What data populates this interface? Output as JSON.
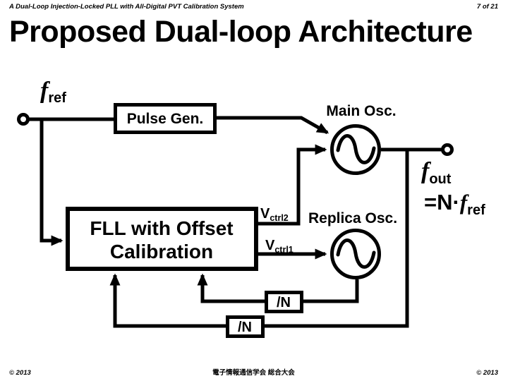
{
  "header": {
    "title": "A Dual-Loop Injection-Locked PLL with All-Digital PVT Calibration System",
    "page": "7 of 21"
  },
  "slide": {
    "title": "Proposed Dual-loop Architecture"
  },
  "diagram": {
    "f_ref": {
      "f": "f",
      "sub": "ref"
    },
    "pulse_gen_label": "Pulse Gen.",
    "main_osc_label": "Main Osc.",
    "replica_osc_label": "Replica Osc.",
    "fll_line1": "FLL with Offset",
    "fll_line2": "Calibration",
    "v_ctrl2": {
      "v": "V",
      "sub": "ctrl2"
    },
    "v_ctrl1": {
      "v": "V",
      "sub": "ctrl1"
    },
    "div_n_upper": "/N",
    "div_n_lower": "/N",
    "f_out": {
      "f": "f",
      "sub": "out"
    },
    "f_out_eq": {
      "prefix": "=N",
      "dot": "·",
      "f": "f",
      "sub": "ref"
    }
  },
  "footer": {
    "left": "© 2013",
    "center": "電子情報通信学会 総合大会",
    "right": "© 2013"
  },
  "colors": {
    "ink": "#000000",
    "background": "#ffffff"
  }
}
